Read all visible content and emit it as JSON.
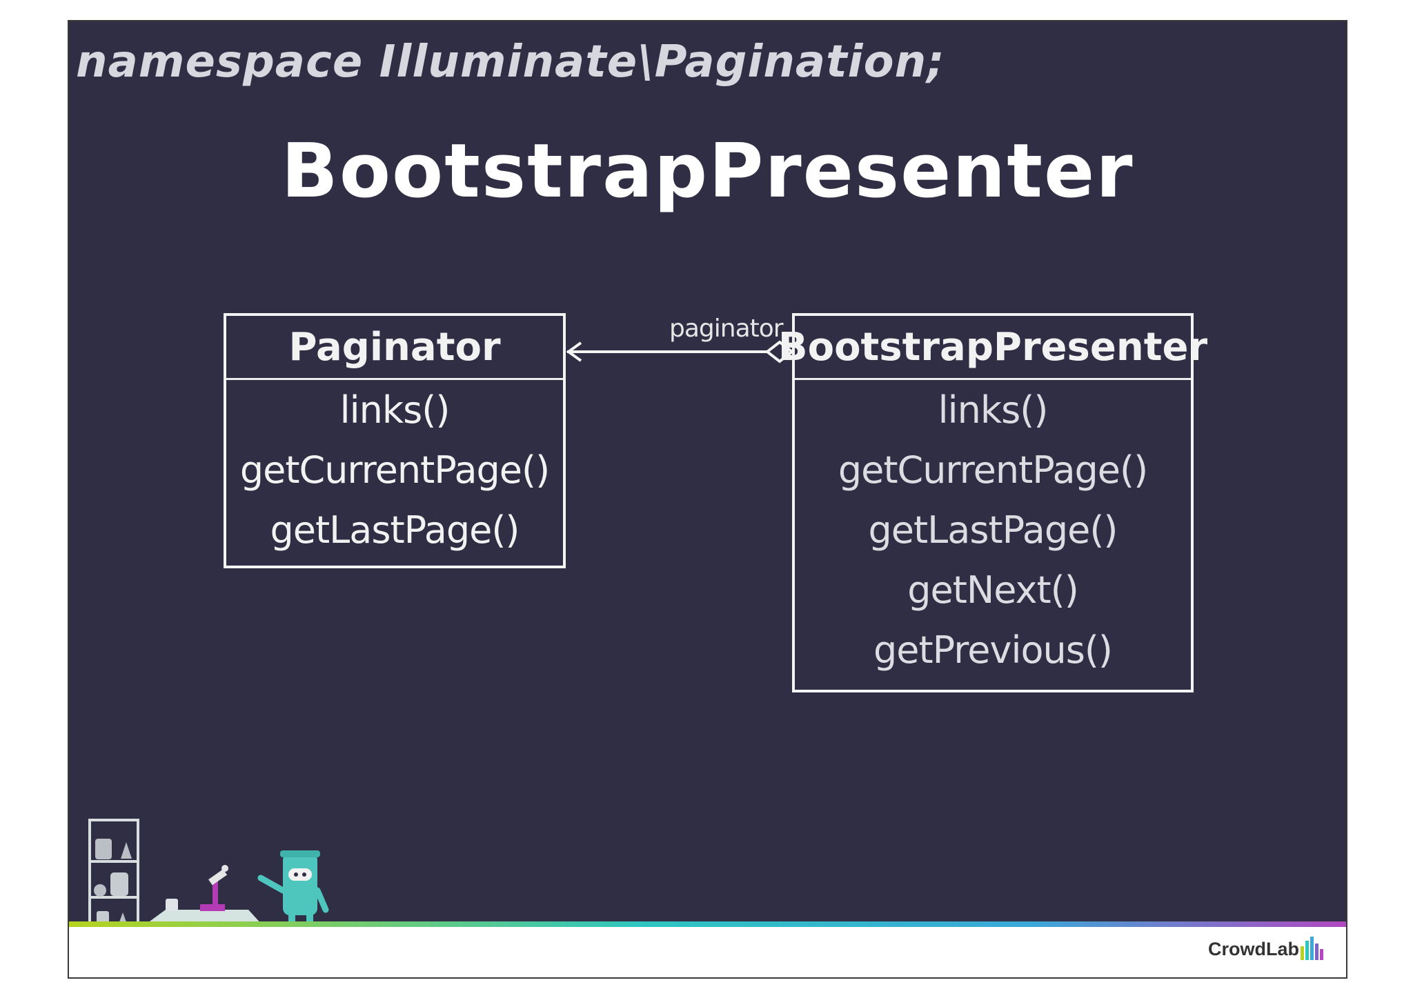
{
  "namespace": "namespace Illuminate\\Pagination;",
  "title": "BootstrapPresenter",
  "colors": {
    "board": "#2f2e45",
    "stroke": "#f4f4f4",
    "footer_gradient": [
      "#b6d31e",
      "#2ec5c1",
      "#3aa8d8",
      "#b347bf"
    ],
    "robot": "#4ec6be",
    "microscope": "#b43ab6"
  },
  "diagram": {
    "classes": [
      {
        "name": "Paginator",
        "methods": [
          "links()",
          "getCurrentPage()",
          "getLastPage()"
        ]
      },
      {
        "name": "BootstrapPresenter",
        "methods": [
          "links()",
          "getCurrentPage()",
          "getLastPage()",
          "getNext()",
          "getPrevious()"
        ]
      }
    ],
    "association": {
      "label": "paginator",
      "from": "BootstrapPresenter",
      "to": "Paginator",
      "type": "aggregation",
      "icons": [
        "arrowhead-icon",
        "diamond-icon"
      ]
    }
  },
  "footer": {
    "logo_text": "CrowdLab",
    "illustration_icons": [
      "lab-shelf-icon",
      "lab-bench-icon",
      "microscope-icon",
      "robot-icon"
    ]
  }
}
